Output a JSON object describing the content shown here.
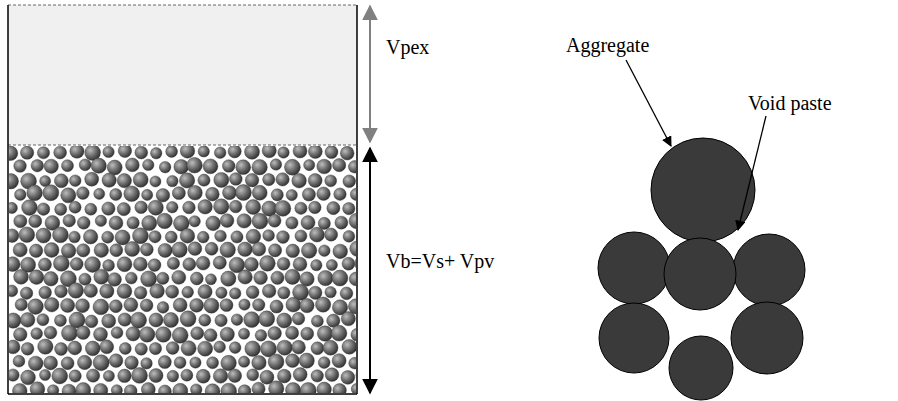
{
  "diagram": {
    "labels": [
      "Vpex",
      "Vb=Vs+ Vpv",
      "Aggregate",
      "Void paste"
    ]
  }
}
